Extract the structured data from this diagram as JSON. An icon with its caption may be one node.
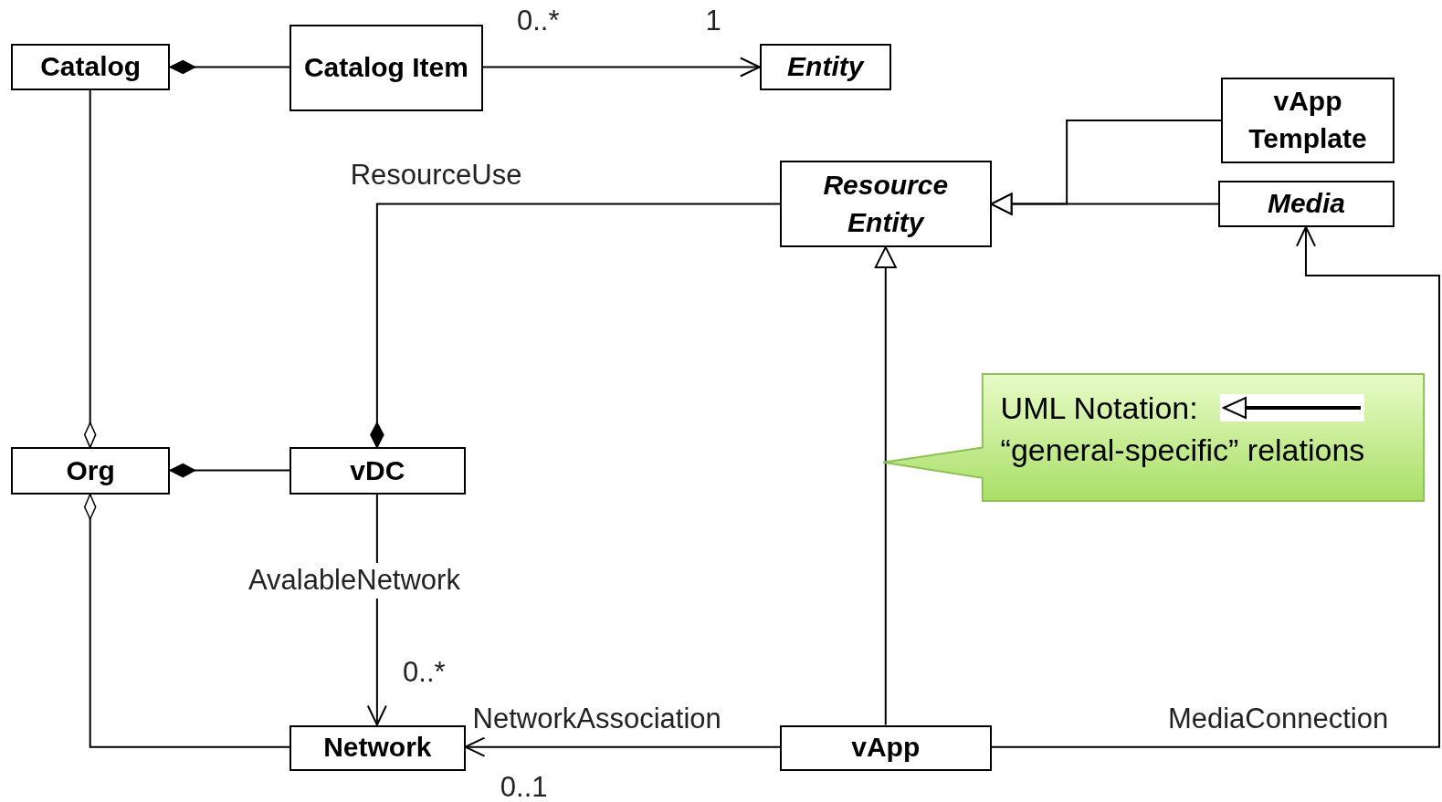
{
  "diagram": {
    "nodes": [
      {
        "text": [
          "Catalog"
        ]
      },
      {
        "text": [
          "Catalog Item"
        ]
      },
      {
        "text": [
          "Entity"
        ]
      },
      {
        "text": [
          "vApp Template"
        ]
      },
      {
        "text": [
          "Resource Entity"
        ]
      },
      {
        "text": [
          "Media"
        ]
      },
      {
        "text": [
          "Org"
        ]
      },
      {
        "text": [
          "vDC"
        ]
      },
      {
        "text": [
          "Network"
        ]
      },
      {
        "text": [
          "vApp"
        ]
      },
      {
        "text": [
          "UML Notation:",
          "“general-specific” relations"
        ]
      }
    ],
    "edges": [
      {
        "from": 0,
        "to": 1,
        "arrow": "other"
      },
      {
        "from": 1,
        "to": 2,
        "arrow": "to"
      },
      {
        "from": 3,
        "to": 4,
        "arrow": "to"
      },
      {
        "from": 5,
        "to": 4,
        "arrow": "to"
      },
      {
        "from": 9,
        "to": 4,
        "arrow": "to"
      },
      {
        "from": 7,
        "to": 4,
        "arrow": "other",
        "label": "ResourceUse"
      },
      {
        "from": 6,
        "to": 0,
        "arrow": "other"
      },
      {
        "from": 6,
        "to": 7,
        "arrow": "other"
      },
      {
        "from": 6,
        "to": 8,
        "arrow": "other"
      },
      {
        "from": 7,
        "to": 8,
        "arrow": "to",
        "label": "AvalableNetwork"
      },
      {
        "from": 9,
        "to": 8,
        "arrow": "to",
        "label": "NetworkAssociation"
      },
      {
        "from": 9,
        "to": 5,
        "arrow": "to",
        "label": "MediaConnection"
      }
    ],
    "labels": [
      "0..*",
      "1",
      "0..*",
      "0..1"
    ]
  }
}
